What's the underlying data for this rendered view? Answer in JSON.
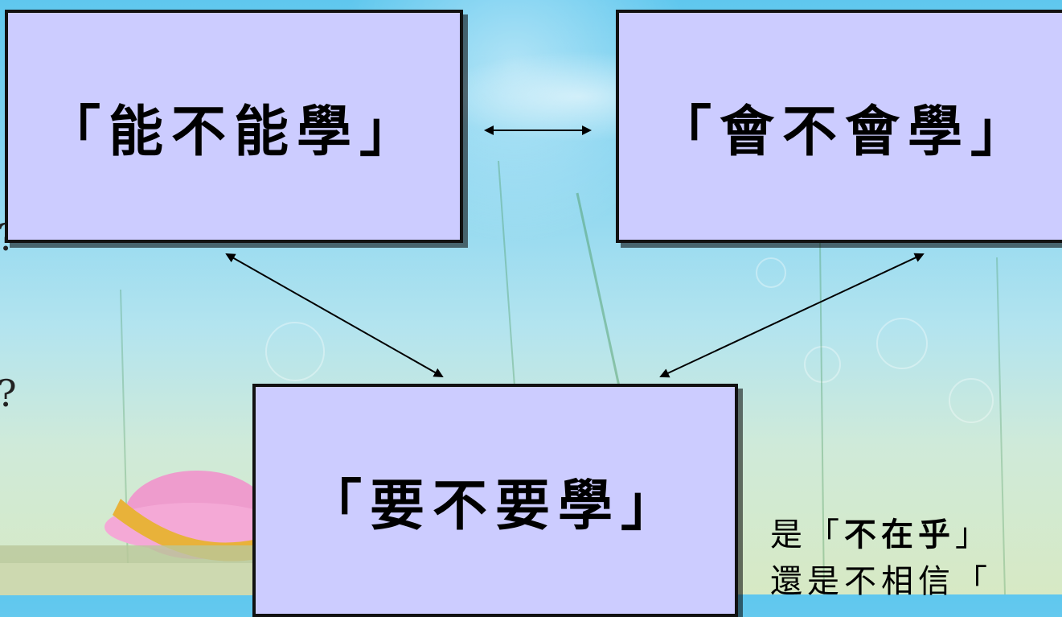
{
  "diagram": {
    "boxes": {
      "can_learn": "「能不能學」",
      "know_how": "「會不會學」",
      "want_learn": "「要不要學」"
    },
    "side_marks": [
      "?",
      "?"
    ],
    "note": {
      "line1_prefix": "是「",
      "line1_emphasis": "不在乎",
      "line1_suffix": "」",
      "line2": "還是不相信「"
    },
    "colors": {
      "box_fill": "#ccccff",
      "box_border": "#111111",
      "arrow": "#000000"
    }
  }
}
